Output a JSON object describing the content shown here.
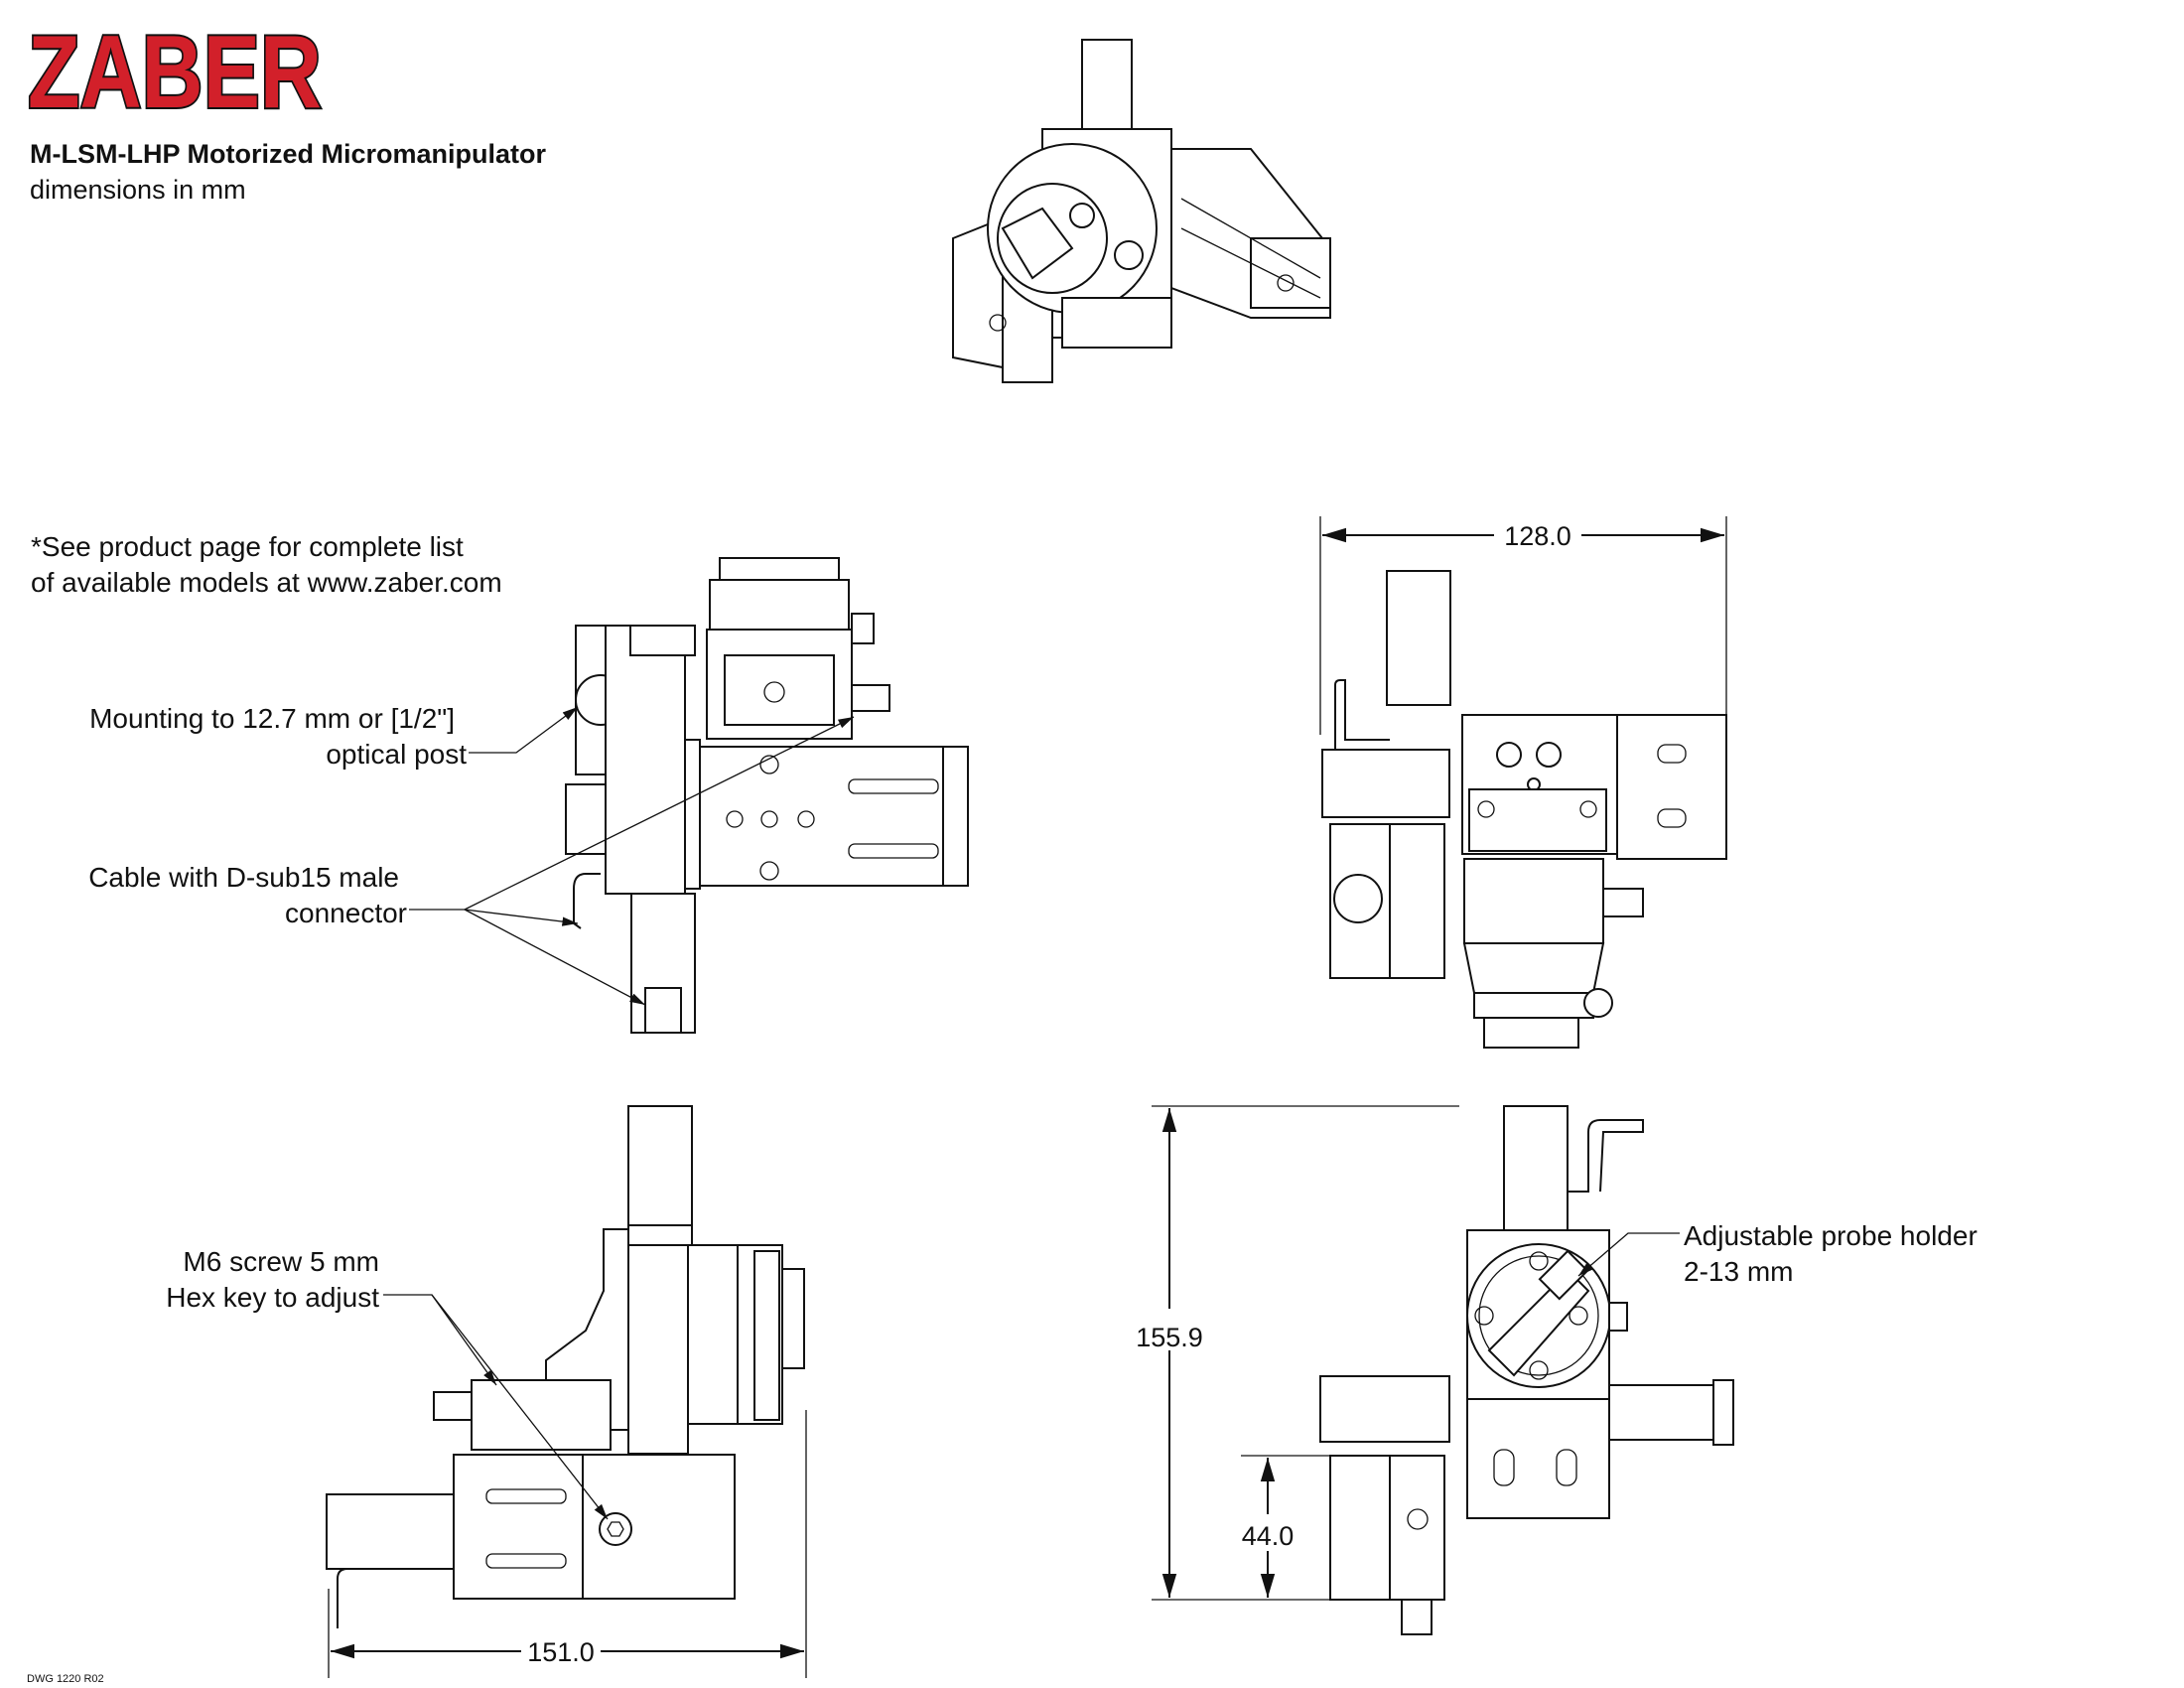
{
  "header": {
    "logo_text": "ZABER",
    "brand_color": "#d2202a",
    "title": "M-LSM-LHP Motorized Micromanipulator",
    "subtitle": "dimensions in mm"
  },
  "notes": {
    "models_line1": "*See product page for complete list",
    "models_line2": "of available models at www.zaber.com"
  },
  "callouts": {
    "mounting_line1": "Mounting to 12.7 mm or [1/2\"]",
    "mounting_line2": "optical post",
    "cable_line1": "Cable with D-sub15 male",
    "cable_line2": "connector",
    "screw_line1": "M6 screw 5 mm",
    "screw_line2": "Hex key to adjust",
    "probe_line1": "Adjustable probe holder",
    "probe_line2": "2-13 mm"
  },
  "dimensions": {
    "width_top": "128.0",
    "width_bottom": "151.0",
    "height": "155.9",
    "height_small": "44.0"
  },
  "footer": {
    "drawing_number": "DWG 1220 R02"
  }
}
